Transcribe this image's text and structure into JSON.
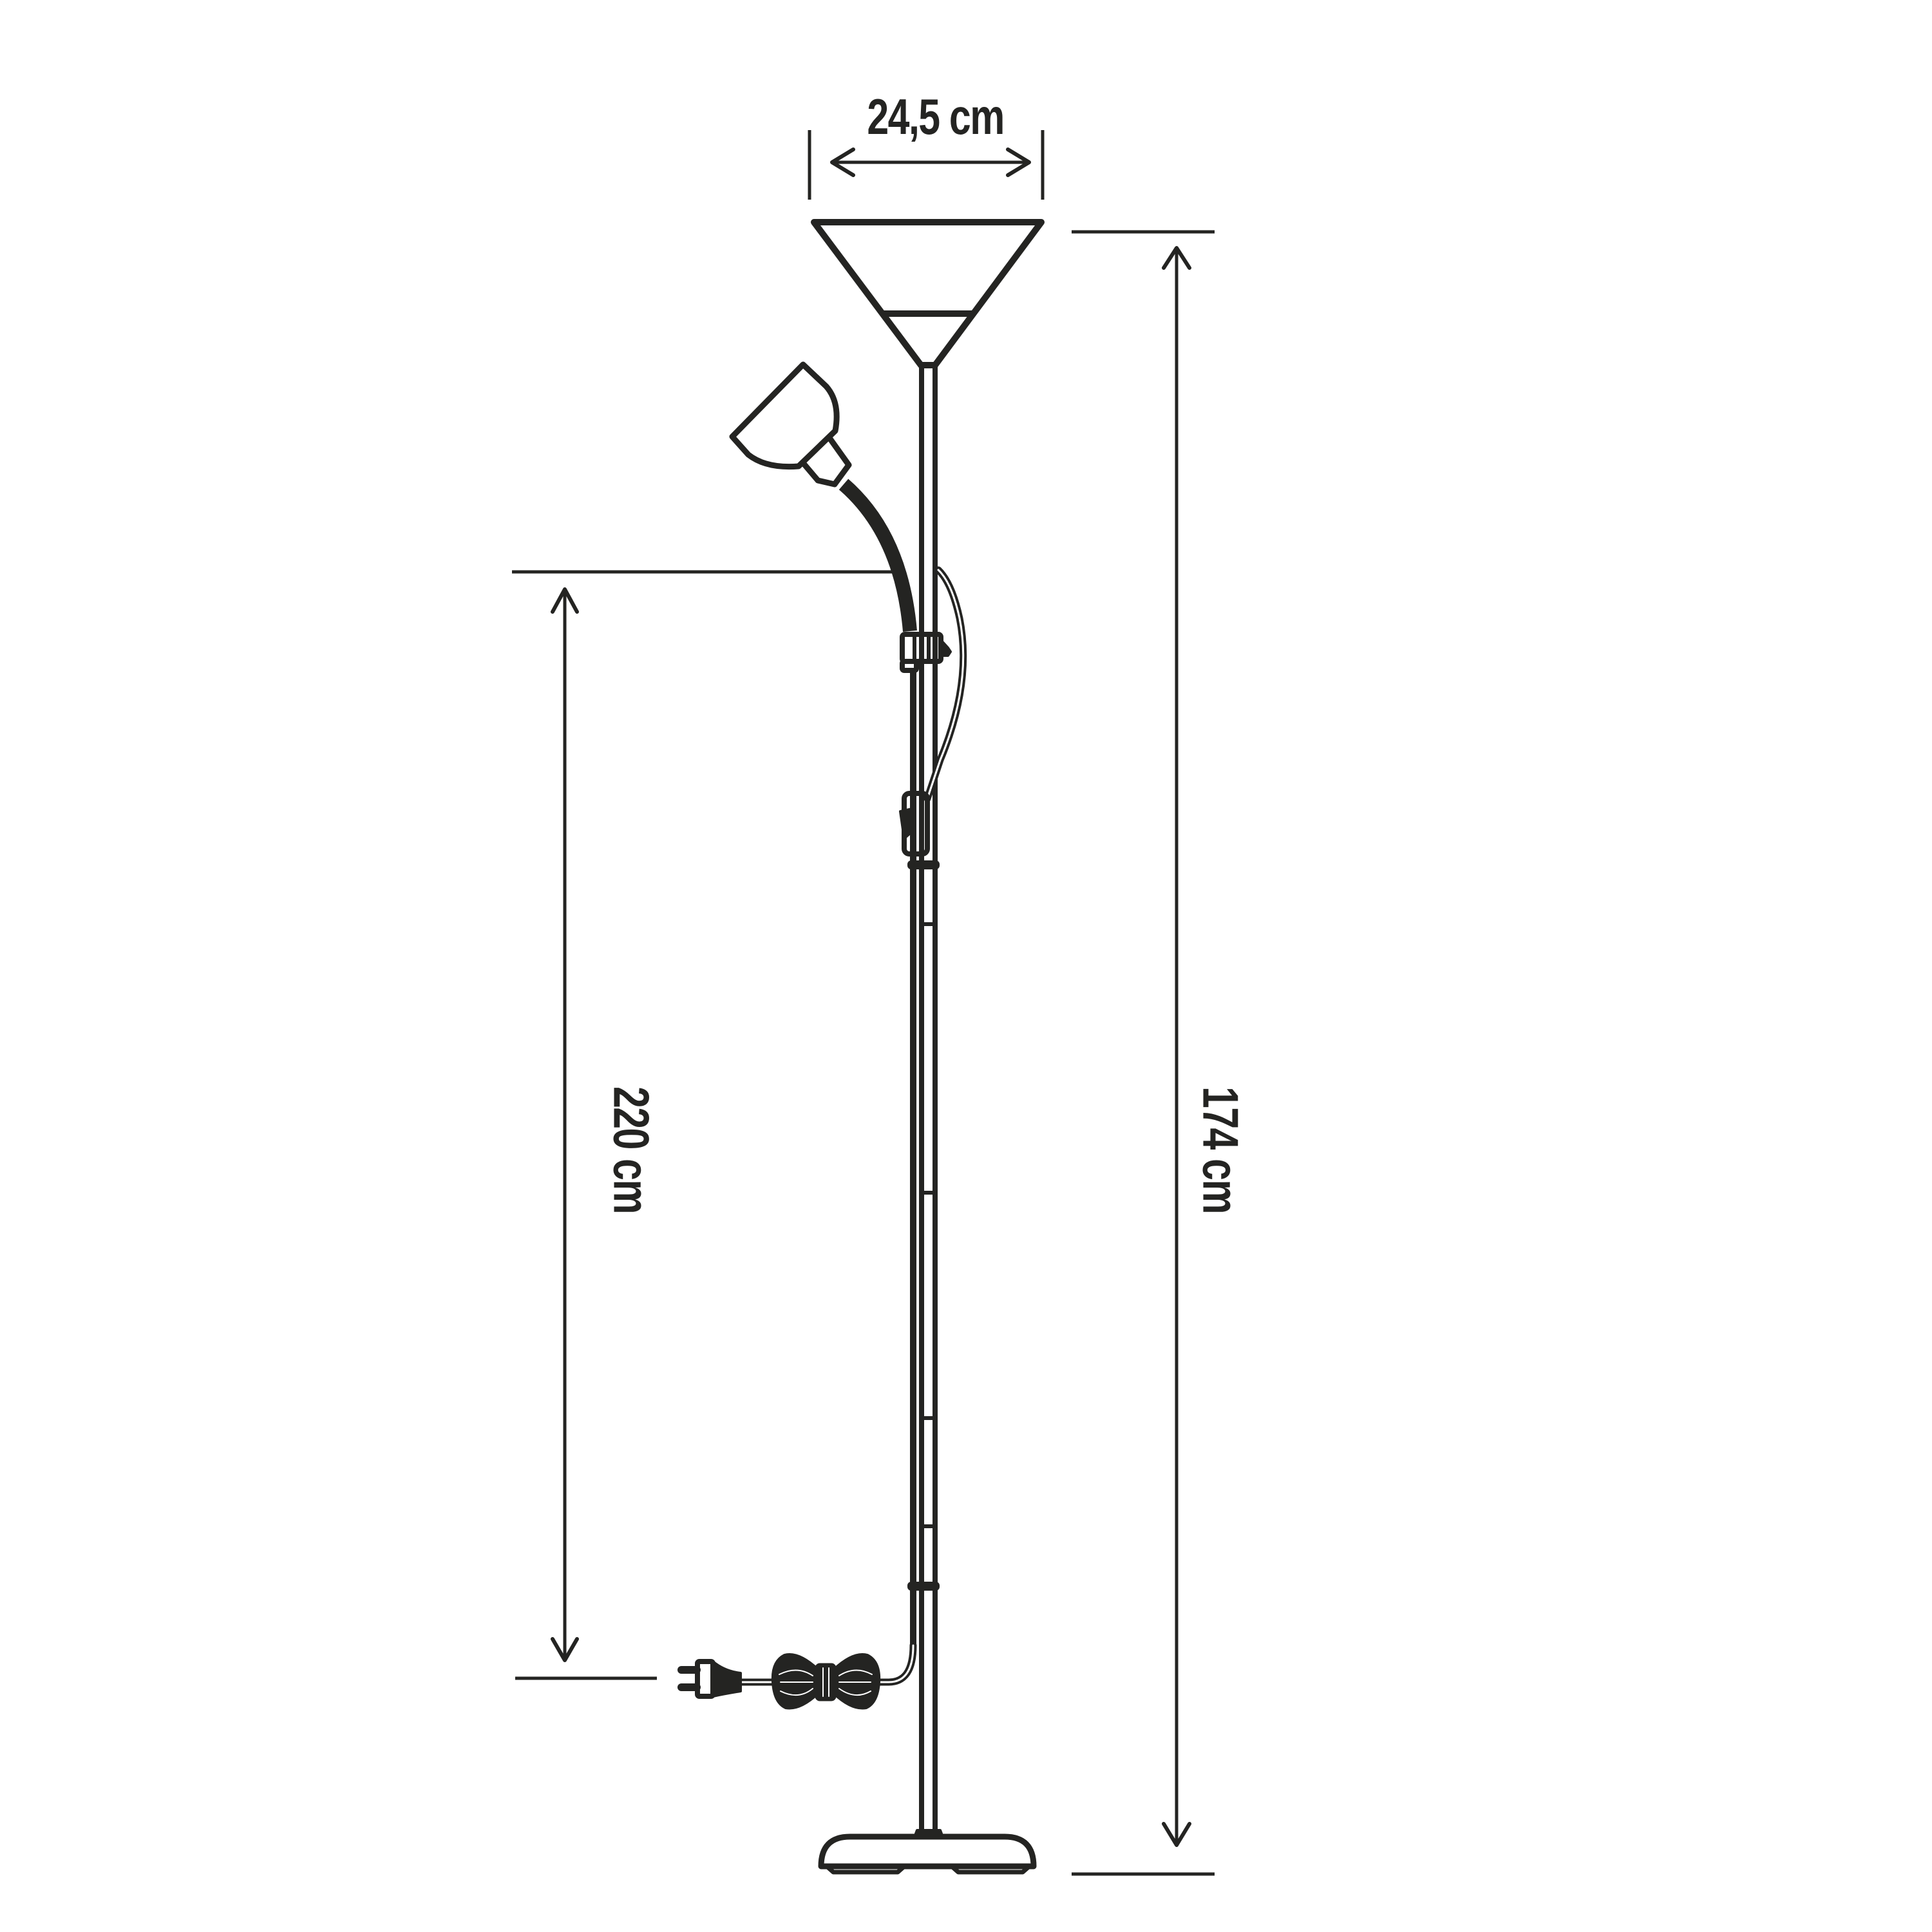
{
  "diagram": {
    "subject": "floor lamp with reading arm",
    "stroke_color": "#242422",
    "background_color": "#ffffff",
    "dimensions": {
      "shade_width": {
        "label": "24,5 cm",
        "orientation": "horizontal"
      },
      "lamp_height": {
        "label": "174 cm",
        "orientation": "vertical"
      },
      "cable_length": {
        "label": "220 cm",
        "orientation": "vertical"
      }
    },
    "parts": [
      "uplight-shade",
      "reading-lamp-head",
      "gooseneck-arm",
      "pole",
      "pole-clamp",
      "inline-switch",
      "power-cord-coil",
      "euro-plug",
      "round-base"
    ]
  }
}
